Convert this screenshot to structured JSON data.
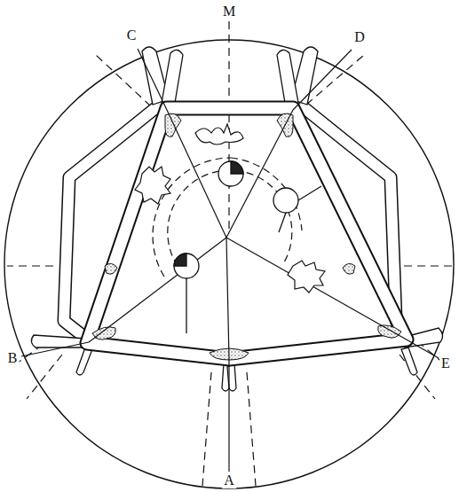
{
  "diagram": {
    "labels": [
      "M",
      "C",
      "D",
      "B",
      "E",
      "A"
    ]
  }
}
